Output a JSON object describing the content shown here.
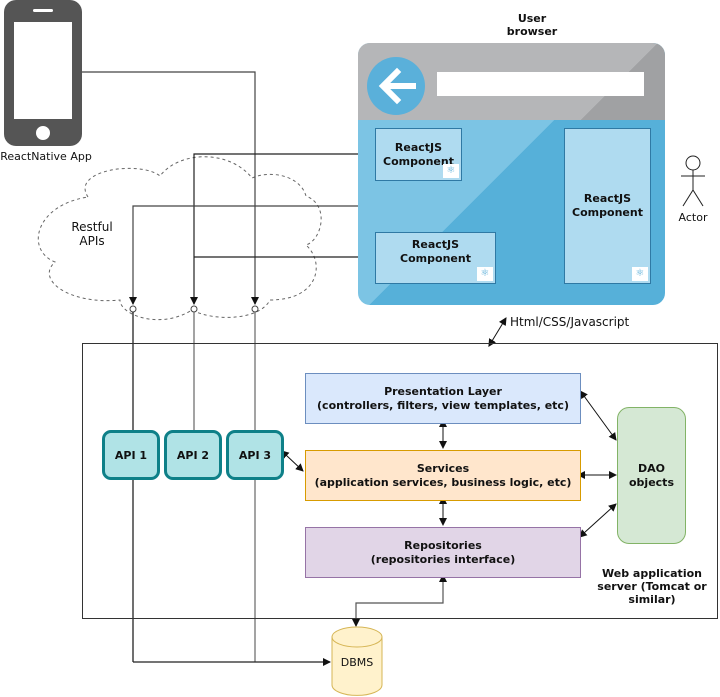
{
  "mobile": {
    "label": "ReactNative App",
    "icon": "smartphone-icon"
  },
  "cloud": {
    "label_line1": "Restful",
    "label_line2": "APIs"
  },
  "browser": {
    "title_line1": "User",
    "title_line2": "browser",
    "back_icon": "back-arrow-icon",
    "components": [
      {
        "label_line1": "ReactJS",
        "label_line2": "Component"
      },
      {
        "label_line1": "ReactJS Component",
        "label_line2": ""
      },
      {
        "label_line1": "ReactJS",
        "label_line2": "Component"
      }
    ],
    "react_icon_glyph": "⚛"
  },
  "actor": {
    "label": "Actor"
  },
  "protocol_label": "Html/CSS/Javascript",
  "apis": [
    {
      "label": "API 1"
    },
    {
      "label": "API 2"
    },
    {
      "label": "API 3"
    }
  ],
  "layers": {
    "presentation": {
      "title": "Presentation Layer",
      "subtitle": "(controllers, filters, view templates, etc)"
    },
    "services": {
      "title": "Services",
      "subtitle": "(application services, business logic, etc)"
    },
    "repositories": {
      "title": "Repositories",
      "subtitle": "(repositories interface)"
    }
  },
  "dao": {
    "line1": "DAO",
    "line2": "objects"
  },
  "server": {
    "line1": "Web application",
    "line2": "server (Tomcat or",
    "line3": "similar)"
  },
  "database": {
    "label": "DBMS"
  },
  "colors": {
    "api_fill": "#b0e3e6",
    "api_stroke": "#0e8088",
    "presentation_fill": "#dae8fc",
    "services_fill": "#ffe6cc",
    "repositories_fill": "#e1d5e7",
    "dao_fill": "#d5e8d4",
    "dbms_fill": "#fff2cc",
    "browser_blue": "#56b0d9",
    "browser_gray": "#b5b6b8"
  }
}
